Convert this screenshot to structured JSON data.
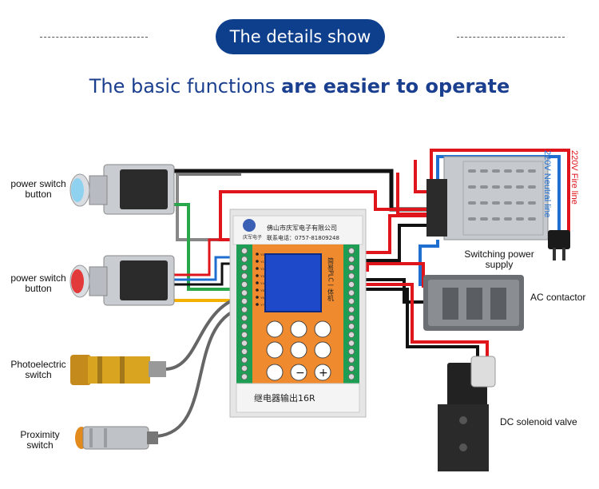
{
  "header": {
    "pill_text": "The details show",
    "headline_regular": "The basic functions ",
    "headline_bold": "are easier to operate"
  },
  "labels": {
    "power_switch_top_1": "power switch",
    "power_switch_top_2": "button",
    "power_switch_bottom_1": "power switch",
    "power_switch_bottom_2": "button",
    "photoelectric_1": "Photoelectric",
    "photoelectric_2": "switch",
    "proximity_1": "Proximity",
    "proximity_2": "switch",
    "switching_power_1": "Switching power",
    "switching_power_2": "supply",
    "ac_contactor": "AC contactor",
    "dc_valve": "DC solenoid valve",
    "fire_line": "220V Fire line",
    "neutral_line": "220V Neutral line"
  },
  "plc": {
    "company": "佛山市庆军电子有限公司",
    "contact": "联系电话：0757-81809248",
    "vertical_title": "简易PLC一体机",
    "bottom_label": "继电器输出16R",
    "logo_text": "庆军电子",
    "key_minus": "−",
    "key_plus": "+",
    "keys": [
      "Y0",
      "Y1",
      "Y2",
      "Y3",
      "Y4",
      "Y5",
      "Y6",
      "Y7"
    ]
  },
  "colors": {
    "pill": "#0e3f8c",
    "headline": "#1b3f8f",
    "plc_orange": "#f08a2e",
    "lcd": "#1e49c9",
    "wire_red": "#e0141b",
    "wire_blue": "#1f6fd1",
    "wire_green": "#28a84b",
    "wire_yellow": "#f2b100",
    "terminal_green": "#1e9e54"
  }
}
